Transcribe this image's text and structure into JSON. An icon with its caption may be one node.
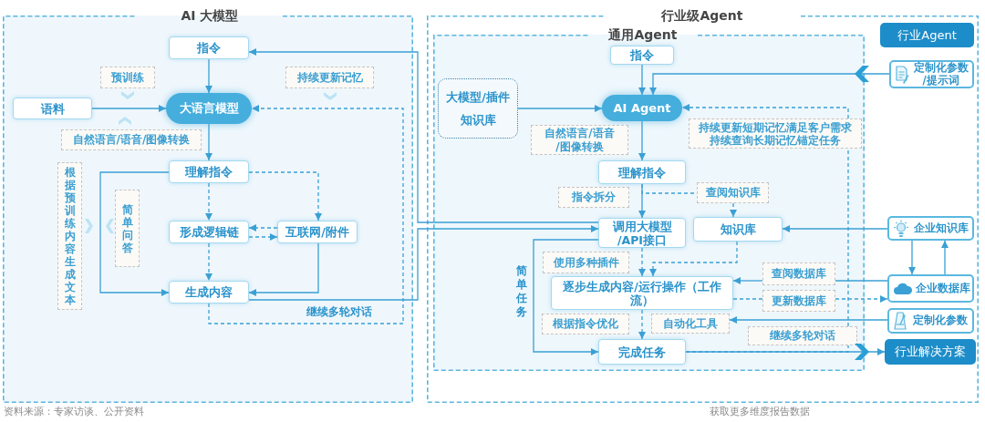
{
  "diagram": {
    "nodes": [
      {
        "text": [
          "AI 大模型"
        ]
      },
      {
        "text": [
          "指令"
        ],
        "in": 0
      },
      {
        "text": [
          "预训练"
        ],
        "in": 0
      },
      {
        "text": [
          "持续更新记忆"
        ],
        "in": 0
      },
      {
        "text": [
          "语料"
        ],
        "in": 0
      },
      {
        "text": [
          "大语言模型"
        ],
        "in": 0
      },
      {
        "text": [
          "自然语言/语音/图像转换"
        ],
        "in": 0
      },
      {
        "text": [
          "理解指令"
        ],
        "in": 0
      },
      {
        "text": [
          "根据预训练内容生成文本"
        ],
        "in": 0
      },
      {
        "text": [
          "简单问答"
        ],
        "in": 0
      },
      {
        "text": [
          "形成逻辑链"
        ],
        "in": 0
      },
      {
        "text": [
          "互联网/附件"
        ],
        "in": 0
      },
      {
        "text": [
          "生成内容"
        ],
        "in": 0
      },
      {
        "text": [
          "行业级Agent"
        ]
      },
      {
        "text": [
          "通用Agent"
        ],
        "in": 13
      },
      {
        "text": [
          "指令"
        ],
        "in": 14
      },
      {
        "text": [
          "大模型/插件",
          "知识库"
        ],
        "in": 14
      },
      {
        "text": [
          "AI Agent"
        ],
        "in": 14
      },
      {
        "text": [
          "自然语言/语音/图像转换"
        ],
        "in": 14
      },
      {
        "text": [
          "持续更新短期记忆满足客户需求",
          "持续查询长期记忆锚定任务"
        ],
        "in": 14
      },
      {
        "text": [
          "理解指令"
        ],
        "in": 14
      },
      {
        "text": [
          "指令拆分"
        ],
        "in": 14
      },
      {
        "text": [
          "查阅知识库"
        ],
        "in": 14
      },
      {
        "text": [
          "调用大模型/API接口"
        ],
        "in": 14
      },
      {
        "text": [
          "知识库"
        ],
        "in": 14
      },
      {
        "text": [
          "使用多种插件"
        ],
        "in": 14
      },
      {
        "text": [
          "逐步生成内容/运行操作（工作流）"
        ],
        "in": 14
      },
      {
        "text": [
          "查阅数据库"
        ],
        "in": 14
      },
      {
        "text": [
          "更新数据库"
        ],
        "in": 14
      },
      {
        "text": [
          "根据指令优化"
        ],
        "in": 14
      },
      {
        "text": [
          "自动化工具"
        ],
        "in": 14
      },
      {
        "text": [
          "继续多轮对话"
        ],
        "in": 14
      },
      {
        "text": [
          "完成任务"
        ],
        "in": 14
      },
      {
        "text": [
          "行业Agent"
        ],
        "in": 13
      },
      {
        "text": [
          "定制化参数/提示词"
        ],
        "in": 13
      },
      {
        "text": [
          "企业知识库"
        ],
        "in": 13
      },
      {
        "text": [
          "企业数据库"
        ],
        "in": 13
      },
      {
        "text": [
          "定制化参数"
        ],
        "in": 13
      },
      {
        "text": [
          "行业解决方案"
        ],
        "in": 13
      }
    ],
    "edges": [
      {
        "from": 1,
        "to": 5,
        "arrow": "to"
      },
      {
        "from": 4,
        "to": 5,
        "arrow": "to"
      },
      {
        "from": 5,
        "to": 7,
        "arrow": "to"
      },
      {
        "from": 7,
        "to": 10,
        "arrow": "to",
        "style": "dashed"
      },
      {
        "from": 7,
        "to": 11,
        "arrow": "to",
        "style": "dashed"
      },
      {
        "from": 7,
        "to": 12,
        "arrow": "to"
      },
      {
        "from": 11,
        "to": 10,
        "arrow": "to",
        "style": "dashed"
      },
      {
        "from": 10,
        "to": 11,
        "arrow": "to",
        "style": "dashed"
      },
      {
        "from": 10,
        "to": 12,
        "arrow": "to",
        "style": "dashed"
      },
      {
        "from": 11,
        "to": 12,
        "arrow": "to"
      },
      {
        "from": 12,
        "to": 5,
        "arrow": "to",
        "style": "dashed",
        "label": "继续多轮对话"
      },
      {
        "from": 12,
        "to": 23,
        "arrow": "to"
      },
      {
        "from": 23,
        "to": 1,
        "arrow": "to"
      },
      {
        "from": 15,
        "to": 17,
        "arrow": "to"
      },
      {
        "from": 34,
        "to": 17,
        "arrow": "to"
      },
      {
        "from": 16,
        "to": 17,
        "arrow": "to"
      },
      {
        "from": 17,
        "to": 20,
        "arrow": "to"
      },
      {
        "from": 20,
        "to": 23,
        "arrow": "to"
      },
      {
        "from": 20,
        "to": 22,
        "arrow": "none",
        "style": "dashed"
      },
      {
        "from": 22,
        "to": 24,
        "arrow": "to",
        "style": "dashed"
      },
      {
        "from": 35,
        "to": 24,
        "arrow": "to"
      },
      {
        "from": 23,
        "to": 26,
        "arrow": "to",
        "style": "dashed"
      },
      {
        "from": 24,
        "to": 26,
        "arrow": "to",
        "style": "dashed"
      },
      {
        "from": 36,
        "to": 27,
        "arrow": "none"
      },
      {
        "from": 27,
        "to": 26,
        "arrow": "to"
      },
      {
        "from": 26,
        "to": 28,
        "arrow": "none",
        "style": "dashed"
      },
      {
        "from": 28,
        "to": 36,
        "arrow": "to",
        "style": "dashed"
      },
      {
        "from": 37,
        "to": 30,
        "arrow": "to"
      },
      {
        "from": 26,
        "to": 32,
        "arrow": "to",
        "style": "dashed"
      },
      {
        "from": 23,
        "to": 32,
        "arrow": "to",
        "label": "简单任务"
      },
      {
        "from": 32,
        "to": 38,
        "arrow": "to"
      },
      {
        "from": 32,
        "to": 31,
        "arrow": "none",
        "style": "dashed"
      },
      {
        "from": 31,
        "to": 19,
        "arrow": "none",
        "style": "dashed"
      },
      {
        "from": 19,
        "to": 17,
        "arrow": "to",
        "style": "dashed"
      },
      {
        "from": 35,
        "to": 36,
        "arrow": "to"
      },
      {
        "from": 36,
        "to": 35,
        "arrow": "to"
      }
    ],
    "labels": [
      "资料来源：专家访谈、公开资料",
      "获取更多维度报告数据"
    ]
  }
}
